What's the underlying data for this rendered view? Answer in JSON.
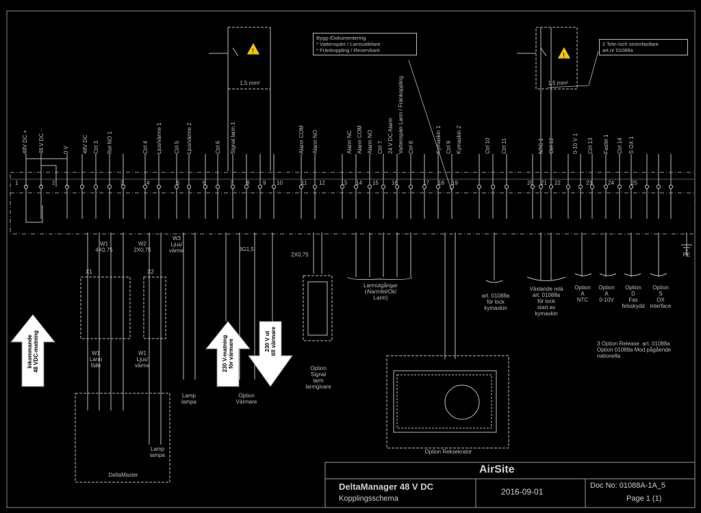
{
  "labels": {
    "note_title": "Bygg-/Dokumentering\n* Vattenspärr / Larmutdelare\n* Fränkoppling / Reservkant",
    "note_2": "2  Tele-/och strömfastlare\n    art.nr 01088a",
    "note_3": "3   Option Release. art. 01088a\n     Option 01088a Mod.pågående\n     nationella",
    "wire_1": "W1\n4X0,75",
    "wire_2": "W2\n2X0,75",
    "wire_3": "W3\nLjus/\nvärme",
    "wire_4": "3G1,5",
    "wire_5": "2X0,75",
    "x1": "X1",
    "x2": "X2",
    "w_1": "W1\nLarm\nfälle",
    "w_2": "W1\nLjus/\nvärme",
    "dm": "DeltaMaster",
    "lamp": "Lamp\nlampa",
    "lamp2": "Lamp\nlampa",
    "opt_heater": "Option\nVärmare",
    "opt_sensor": "Option\nSignal\nlarm\nlarmgivare",
    "alarm_out": "Larmutgångar\n(Alarmfel/Ok/\nLarm)",
    "art_1": "art. 01088a\nför lock\nkymaskin",
    "art_2": "Växlande relä\nart. 01088a\nför lock\nstart av\nkymaskin",
    "opt_a": "Option\nA\nNTC",
    "opt_b": "Option\nA\n0-10V",
    "opt_c": "Option\nD\nFas\nfelsskydd",
    "opt_d": "Option\nS\nOX\ninterface",
    "opt_rec": "Option Reksekrator",
    "in_supply": "Inkommande\n48 VDC-matning",
    "out_230": "230 V-matning\nför värmare",
    "out_230b": "230 V ut\ntill värmare",
    "dim_1": "1,5 mm²",
    "dim_2": "1,5 mm²",
    "pe": "PE"
  },
  "vertical_labels": [
    "48V DC +",
    "48 V DC -",
    "0 V",
    "48V DC",
    "Ctrl 3",
    "Rel NO 1",
    "Ctrl 4",
    "Ljus/värme 1",
    "Ctrl 5",
    "Ljus/värme 2",
    "Ctrl 6",
    "Signal larm 1",
    "Alarm COM",
    "Alarm NO",
    "Alarm NC",
    "Alarm COM",
    "Alarm NO",
    "Ctrl 7",
    "24 V DC Alarm",
    "Vattenspärr Larm / Fränkoppling",
    "Ctrl 8",
    "Kymaskin 1",
    "Ctrl 9",
    "Kymaskin 2",
    "Ctrl 10",
    "Ctrl 11",
    "NTC 1",
    "Ctrl 12",
    "0-10 V 1",
    "Ctrl 13",
    "Fasfel 1",
    "Ctrl 14",
    "S OX 1"
  ],
  "terminal_numbers": [
    "1",
    "2",
    "3",
    "4",
    "5",
    "6",
    "7",
    "8",
    "9",
    "10",
    "11",
    "12",
    "13",
    "14",
    "15",
    "16",
    "17",
    "18",
    "19",
    "20",
    "21",
    "22",
    "23",
    "24",
    "25"
  ],
  "title_block": {
    "company": "AirSite",
    "product": "DeltaManager 48 V DC",
    "subtitle": "Kopplingsschema",
    "date": "2016-09-01",
    "doc_no": "Doc No: 01088A-1A_5",
    "page": "Page 1 (1)"
  },
  "colors": {
    "background": "#000000",
    "line": "#bdbdbd",
    "arrow_fill": "#ffffff",
    "warning_fill": "#f5c400"
  }
}
